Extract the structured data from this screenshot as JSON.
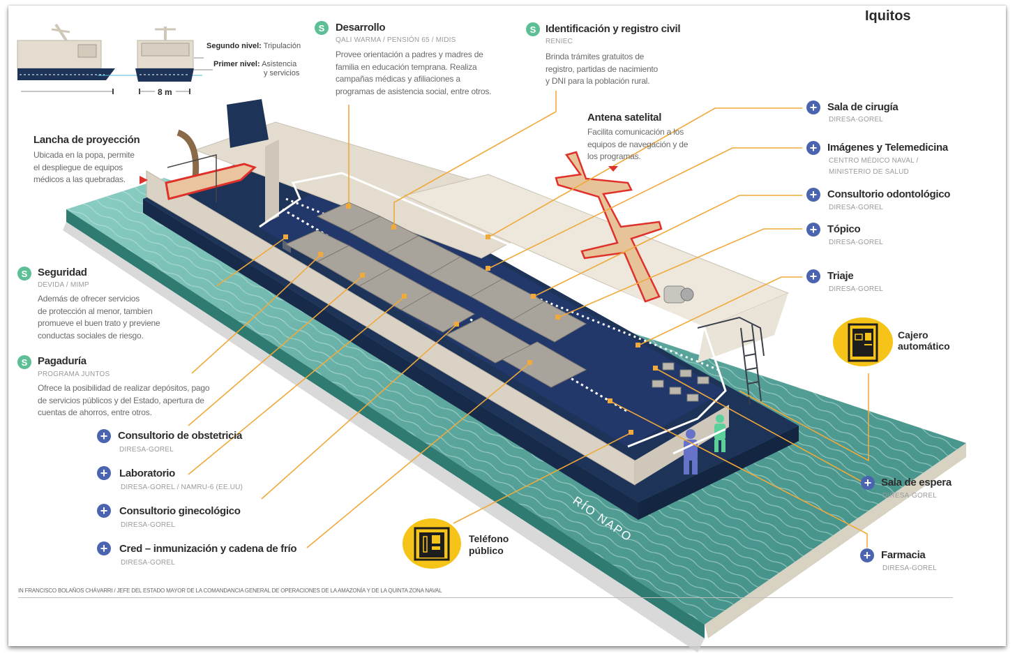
{
  "header": {
    "city": "Iquitos",
    "profile_views": {
      "second_level_label": "Segundo nivel:",
      "second_level_value": "Tripulación",
      "first_level_label": "Primer nivel:",
      "first_level_value_1": "Asistencia",
      "first_level_value_2": "y servicios",
      "width_label": "8 m"
    }
  },
  "colors": {
    "hull": "#1e3358",
    "deck": "#e0d9cc",
    "water": "#5fa9a0",
    "leader_line": "#f0a93a",
    "highlight_red": "#e0302a",
    "service_badge": "#5dbf95",
    "health_badge": "#4a64b0",
    "icon_circle": "#f6c418"
  },
  "services": [
    {
      "id": "desarrollo",
      "badge": "S",
      "title": "Desarrollo",
      "org": "QALI WARMA / PENSIÓN 65 / MIDIS",
      "desc": [
        "Provee orientación a padres y madres de",
        "familia en educación temprana. Realiza",
        "campañas médicas y afiliaciones a",
        "programas de asistencia social, entre otros."
      ]
    },
    {
      "id": "identificacion",
      "badge": "S",
      "title": "Identificación y registro civil",
      "org": "RENIEC",
      "desc": [
        "Brinda trámites gratuitos de",
        "registro, partidas de nacimiento",
        "y DNI para la población rural."
      ]
    },
    {
      "id": "seguridad",
      "badge": "S",
      "title": "Seguridad",
      "org": "DEVIDA / MIMP",
      "desc": [
        "Además de ofrecer servicios",
        "de protección al menor, tambien",
        "promueve el buen trato y previene",
        "conductas sociales de riesgo."
      ]
    },
    {
      "id": "pagaduria",
      "badge": "S",
      "title": "Pagaduría",
      "org": "PROGRAMA JUNTOS",
      "desc": [
        "Ofrece la posibilidad de realizar depósitos, pago",
        "de servicios públicos y del Estado, apertura de",
        "cuentas de ahorros, entre otros."
      ]
    }
  ],
  "features": {
    "lancha": {
      "title": "Lancha de proyección",
      "desc": [
        "Ubicada en la popa, permite",
        "el despliegue de equipos",
        "médicos a las quebradas."
      ]
    },
    "antena": {
      "title": "Antena satelital",
      "desc": [
        "Facilita comunicación a los",
        "equipos de navegación y de",
        "los programas."
      ]
    }
  },
  "health_right": [
    {
      "badge": "+",
      "title": "Sala de cirugía",
      "org": [
        "DIRESA-GOREL"
      ]
    },
    {
      "badge": "+",
      "title": "Imágenes y Telemedicina",
      "org": [
        "CENTRO MÉDICO NAVAL /",
        "MINISTERIO DE SALUD"
      ]
    },
    {
      "badge": "+",
      "title": "Consultorio odontológico",
      "org": [
        "DIRESA-GOREL"
      ]
    },
    {
      "badge": "+",
      "title": "Tópico",
      "org": [
        "DIRESA-GOREL"
      ]
    },
    {
      "badge": "+",
      "title": "Triaje",
      "org": [
        "DIRESA-GOREL"
      ]
    },
    {
      "badge": "+",
      "title": "Sala de espera",
      "org": [
        "DIRESA-GOREL"
      ]
    },
    {
      "badge": "+",
      "title": "Farmacia",
      "org": [
        "DIRESA-GOREL"
      ]
    }
  ],
  "health_left": [
    {
      "badge": "+",
      "title": "Consultorio de obstetricia",
      "org": "DIRESA-GOREL"
    },
    {
      "badge": "+",
      "title": "Laboratorio",
      "org": "DIRESA-GOREL / NAMRU-6 (EE.UU)"
    },
    {
      "badge": "+",
      "title": "Consultorio ginecológico",
      "org": "DIRESA-GOREL"
    },
    {
      "badge": "+",
      "title": "Cred – inmunización y cadena de frío",
      "org": "DIRESA-GOREL"
    }
  ],
  "amenities": {
    "atm": {
      "line1": "Cajero",
      "line2": "automático"
    },
    "phone": {
      "line1": "Teléfono",
      "line2": "público"
    }
  },
  "river_label": "RÍO NAPO",
  "credit": "IN FRANCISCO BOLAÑOS CHÁVARRI / JEFE DEL ESTADO MAYOR DE LA COMANDANCIA GENERAL DE OPERACIONES DE LA AMAZONÍA Y DE LA QUINTA ZONA NAVAL"
}
